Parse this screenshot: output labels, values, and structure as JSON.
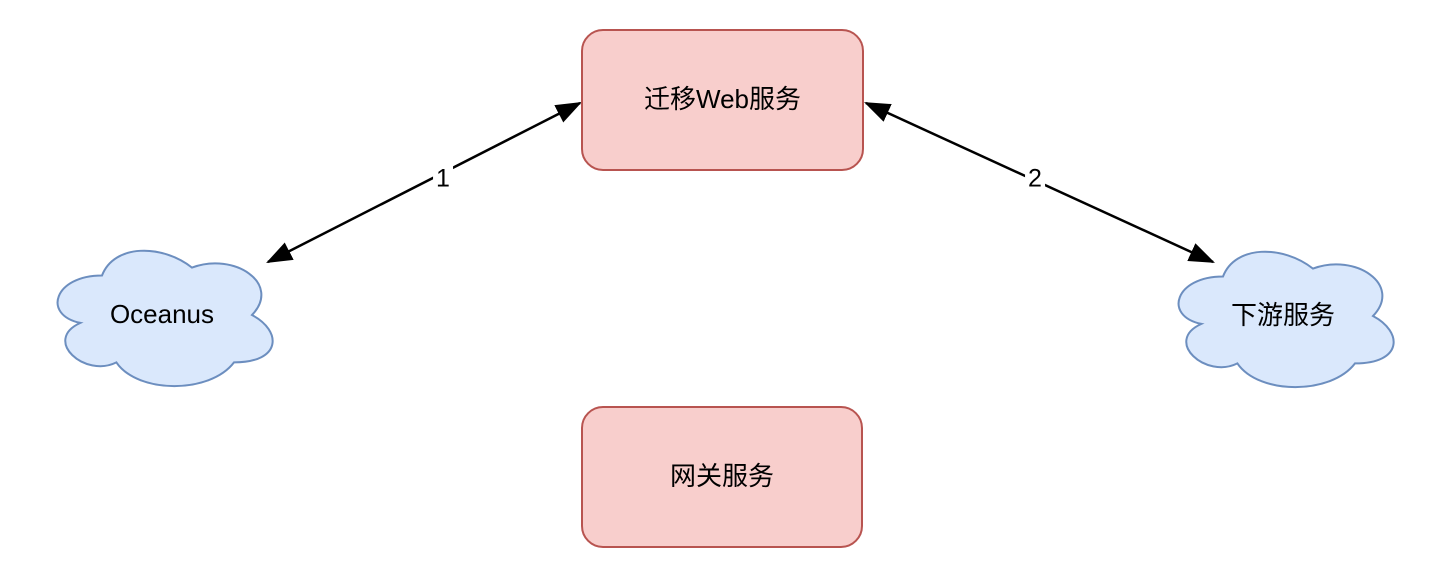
{
  "diagram": {
    "nodes": [
      {
        "id": "web_service",
        "label": "迁移Web服务",
        "shape": "rounded-rect"
      },
      {
        "id": "oceanus",
        "label": "Oceanus",
        "shape": "cloud"
      },
      {
        "id": "downstream",
        "label": "下游服务",
        "shape": "cloud"
      },
      {
        "id": "gateway",
        "label": "网关服务",
        "shape": "rounded-rect"
      }
    ],
    "edges": [
      {
        "id": "edge1",
        "label": "1",
        "from": "oceanus",
        "to": "web_service",
        "style": "double-arrow"
      },
      {
        "id": "edge2",
        "label": "2",
        "from": "web_service",
        "to": "downstream",
        "style": "double-arrow"
      }
    ],
    "colors": {
      "box_fill": "#f8cecc",
      "box_stroke": "#b85450",
      "cloud_fill": "#dae8fc",
      "cloud_stroke": "#6c8ebf",
      "arrow": "#000000",
      "background": "#ffffff"
    }
  }
}
